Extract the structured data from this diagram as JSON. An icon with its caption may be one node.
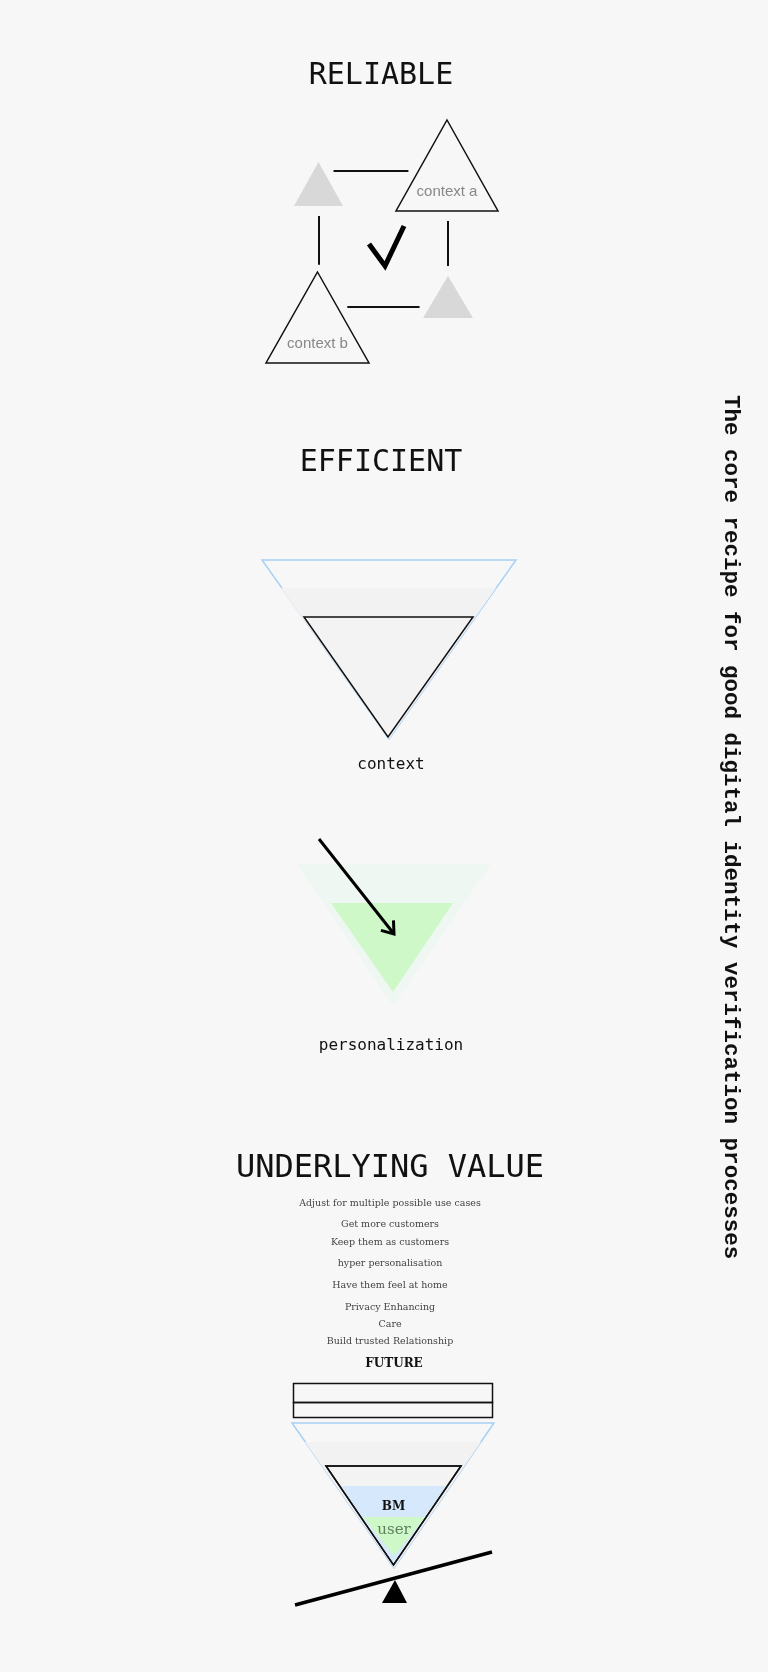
{
  "diagram": {
    "title": "The core recipe for good digital identity verification processes",
    "nodes": [
      {
        "text": [],
        "shape": "triangle"
      },
      {
        "text": [
          "context a"
        ]
      },
      {
        "text": [
          "context b"
        ]
      },
      {
        "text": [],
        "shape": "triangle"
      },
      {
        "text": [],
        "shape": "bar"
      },
      {
        "text": [],
        "shape": "bar"
      },
      {
        "text": [
          "BM"
        ]
      },
      {
        "text": [
          "user"
        ],
        "in": 6
      }
    ],
    "edges": [
      {
        "from": 0,
        "to": 1,
        "arrow": "none"
      },
      {
        "from": 0,
        "to": 2,
        "arrow": "none"
      },
      {
        "from": 1,
        "to": 3,
        "arrow": "none"
      },
      {
        "from": 2,
        "to": 3,
        "arrow": "none"
      }
    ],
    "labels": [
      "RELIABLE",
      "EFFICIENT",
      "context",
      "personalization",
      "UNDERLYING VALUE",
      "Adjust for multiple possible use cases",
      "Get more customers",
      "Keep them as customers",
      "hyper personalisation",
      "Have them feel at home",
      "Privacy Enhancing",
      "Care",
      "Build trusted Relationship",
      "FUTURE"
    ]
  }
}
